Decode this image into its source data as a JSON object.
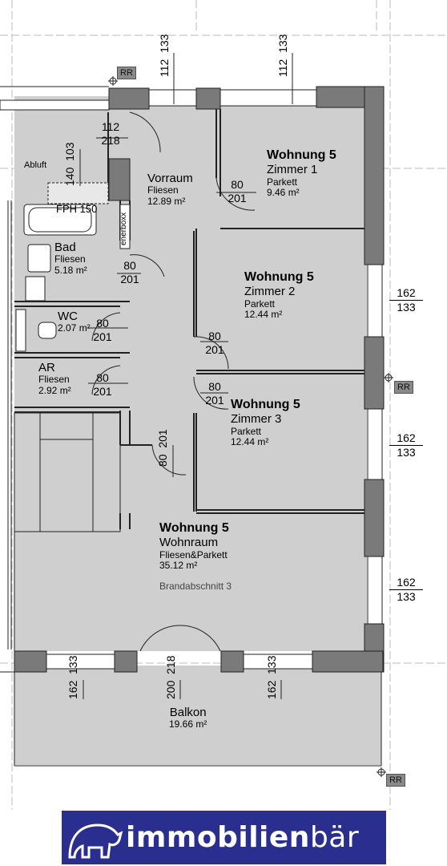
{
  "rooms": {
    "vorraum": {
      "name": "Vorraum",
      "material": "Fliesen",
      "area": "12.89 m²"
    },
    "zimmer1": {
      "unit": "Wohnung 5",
      "name": "Zimmer 1",
      "material": "Parkett",
      "area": "9.46 m²"
    },
    "zimmer2": {
      "unit": "Wohnung 5",
      "name": "Zimmer 2",
      "material": "Parkett",
      "area": "12.44 m²"
    },
    "zimmer3": {
      "unit": "Wohnung 5",
      "name": "Zimmer 3",
      "material": "Parkett",
      "area": "12.44 m²"
    },
    "bad": {
      "name": "Bad",
      "material": "Fliesen",
      "area": "5.18 m²"
    },
    "wc": {
      "name": "WC",
      "area": "2.07 m²"
    },
    "ar": {
      "name": "AR",
      "material": "Fliesen",
      "area": "2.92 m²"
    },
    "wohnraum": {
      "unit": "Wohnung 5",
      "name": "Wohnraum",
      "material": "Fliesen&Parkett",
      "area": "35.12 m²",
      "note": "Brandabschnitt 3"
    },
    "balkon": {
      "name": "Balkon",
      "area": "19.66 m²"
    }
  },
  "labels": {
    "abluft": "Abluft",
    "fph": "FPH 150",
    "enerboxx": "enerboxx",
    "rr": "RR"
  },
  "dims": {
    "w112": "112",
    "h133": "133",
    "d112": "112",
    "d218": "218",
    "d140": "140",
    "d103": "103",
    "d80": "80",
    "d201": "201",
    "d162": "162",
    "d200": "200"
  },
  "logo": {
    "bold": "immobilien",
    "rest": "bär"
  }
}
